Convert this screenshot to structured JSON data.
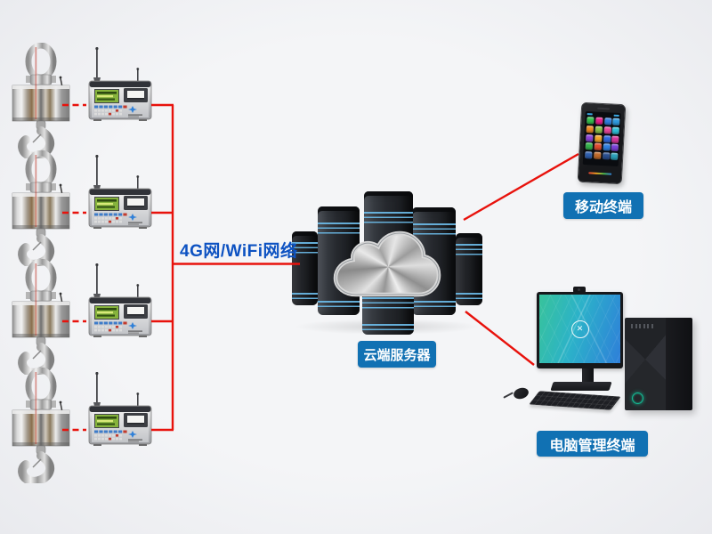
{
  "diagram": {
    "network_label": "4G网/WiFi网络",
    "labels": {
      "cloud_server": "云端服务器",
      "mobile_terminal": "移动终端",
      "pc_terminal": "电脑管理终端"
    },
    "scale_rows": 4,
    "colors": {
      "line_red": "#e8120c",
      "network_text_blue": "#0d52c2",
      "label_bg_blue": "#1171b3",
      "label_text_white": "#ffffff",
      "server_stripe_blue": "#6cbcea",
      "tower_glow_teal": "#14bb94",
      "monitor_teal": "#38c39b",
      "monitor_blue": "#2e7fd9",
      "background_gray": "#f1f2f5"
    }
  },
  "phone": {
    "app_icon_colors": [
      "#35c24d",
      "#e91e8c",
      "#2f7fe0",
      "#2f9be0",
      "#f08a24",
      "#8bc34a",
      "#e9489b",
      "#2fc1d8",
      "#8e44d8",
      "#f3a62b",
      "#3069e0",
      "#d8359b",
      "#35b34d",
      "#e04b2f",
      "#2f7fe0",
      "#7a3fd8",
      "#2f5fae",
      "#c06a2a",
      "#2a4f8f",
      "#2aa0b8"
    ]
  }
}
